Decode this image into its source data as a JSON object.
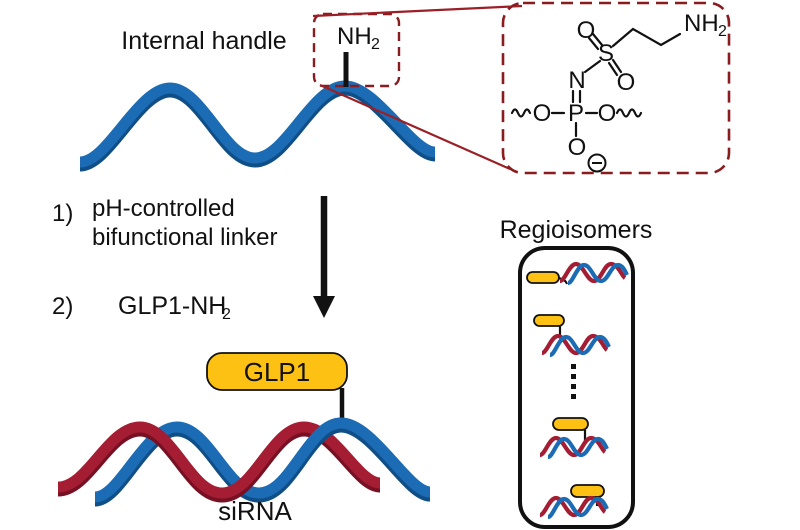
{
  "title": "Internal handle",
  "handle": {
    "nh": "NH",
    "sub": "2"
  },
  "steps": {
    "n1": "1)",
    "l1": "pH-controlled",
    "l2": "bifunctional linker",
    "n2": "2)",
    "glp": "GLP1-NH",
    "glpsub": "2"
  },
  "product": {
    "glp1": "GLP1",
    "sirna": "siRNA"
  },
  "regio": {
    "title": "Regioisomers"
  },
  "inset": {
    "atoms": {
      "o_sulfonyl_top": "O",
      "s": "S",
      "o_sulfonyl_bottom": "O",
      "amine_nh": "NH",
      "amine_sub": "2",
      "n": "N",
      "p": "P",
      "o_left": "O",
      "o_right": "O",
      "o_bottom": "O"
    }
  },
  "icons": {
    "reaction_arrow": "downward black reaction arrow",
    "negative_charge": "⊖",
    "ellipsis_vertical": "⋮",
    "squiggle_bond": "∿"
  },
  "colors": {
    "strand_blue": "#1c6cb5",
    "strand_blue_dark": "#0f4e86",
    "strand_red": "#a51d33",
    "strand_red_dark": "#771022",
    "peptide_gold": "#fdc113",
    "callout_red": "#8a1b1f",
    "text_black": "#111111"
  }
}
